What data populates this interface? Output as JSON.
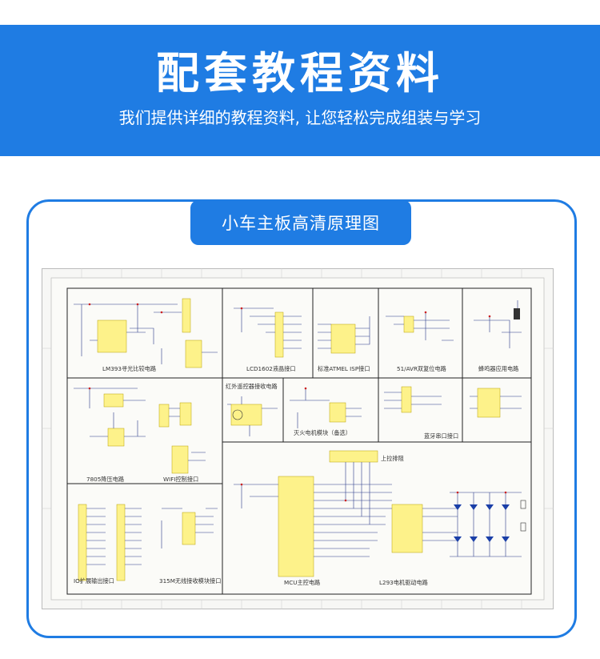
{
  "header": {
    "title": "配套教程资料",
    "subtitle": "我们提供详细的教程资料, 让您轻松完成组装与学习",
    "background_color": "#1f7ce3"
  },
  "section": {
    "label": "小车主板高清原理图"
  },
  "schematic": {
    "module_labels": {
      "lm393": "LM393寻光比较电路",
      "lcd": "LCD1602液晶接口",
      "isp": "标准ATMEL ISP接口",
      "reset": "51/AVR双复位电路",
      "buzzer": "蜂鸣器应用电路",
      "ir": "红外遥控器接收电路",
      "fire": "灭火电机模块（备选）",
      "bluetooth": "蓝牙串口接口",
      "l7805": "7805降压电路",
      "wifi": "WIFI控制接口",
      "pullup": "上拉排阻",
      "mcu": "MCU主控电路",
      "l293": "L293电机驱动电路",
      "io": "IO扩展输出接口",
      "rf315": "315M无线接收模块接口"
    }
  }
}
